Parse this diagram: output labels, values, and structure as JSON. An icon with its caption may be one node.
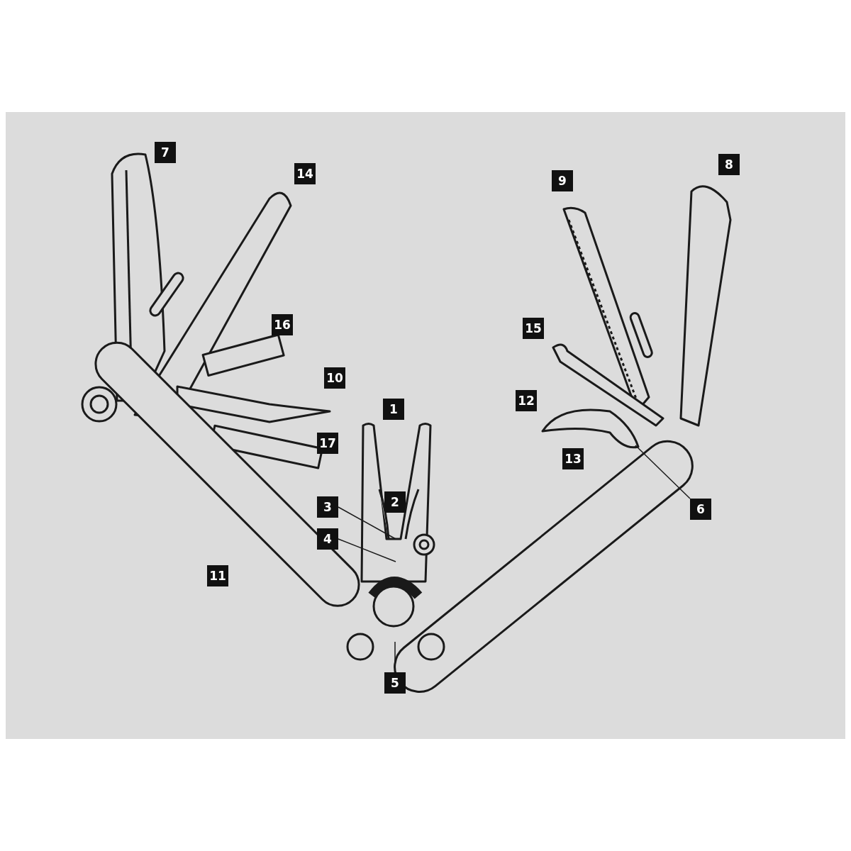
{
  "diagram": {
    "nodes": [
      {
        "text": [
          "7"
        ]
      },
      {
        "text": [
          "8"
        ]
      },
      {
        "text": [
          "14"
        ]
      },
      {
        "text": [
          "9"
        ]
      },
      {
        "text": [
          "16"
        ]
      },
      {
        "text": [
          "15"
        ]
      },
      {
        "text": [
          "10"
        ]
      },
      {
        "text": [
          "12"
        ]
      },
      {
        "text": [
          "1"
        ]
      },
      {
        "text": [
          "17"
        ]
      },
      {
        "text": [
          "13"
        ]
      },
      {
        "text": [
          "2"
        ]
      },
      {
        "text": [
          "3"
        ]
      },
      {
        "text": [
          "6"
        ]
      },
      {
        "text": [
          "4"
        ]
      },
      {
        "text": [
          "11"
        ]
      },
      {
        "text": [
          "5"
        ]
      }
    ],
    "edges": [
      {
        "from": 12,
        "to": null,
        "arrow": "none"
      },
      {
        "from": 14,
        "to": null,
        "arrow": "none"
      },
      {
        "from": 13,
        "to": null,
        "arrow": "none"
      },
      {
        "from": 16,
        "to": null,
        "arrow": "none"
      }
    ]
  }
}
